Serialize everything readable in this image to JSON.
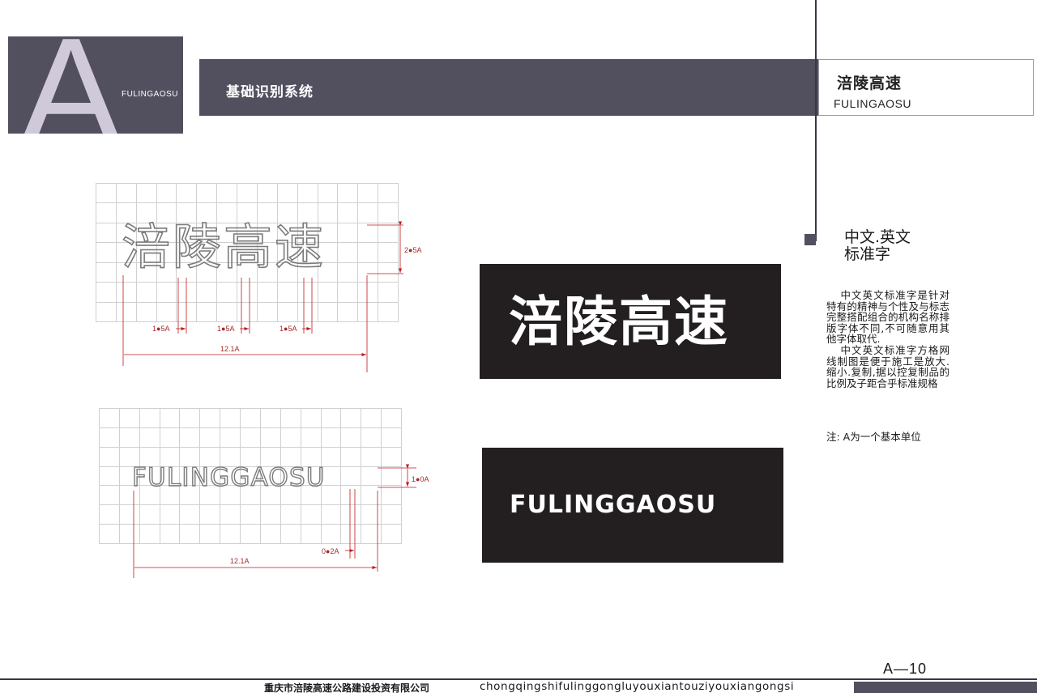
{
  "logo": {
    "letter": "A",
    "subtitle": "FULINGAOSU"
  },
  "header": {
    "title": "基础识别系统"
  },
  "brand": {
    "name_cn": "涪陵高速",
    "name_en": "FULINGAOSU"
  },
  "section": {
    "title_line1": "中文.英文",
    "title_line2": "标准字",
    "paragraph1": "中文英文标准字是针对特有的精神与个性及与标志完整搭配组合的机构名称排版字体不同,不可随意用其他字体取代.",
    "paragraph2": "中文英文标准字方格网线制图是便于施工是放大.缩小.复制,据以控复制品的比例及子距合乎标准规格",
    "note": "注: A为一个基本单位"
  },
  "standard_text": {
    "cn": "涪陵高速",
    "en": "FULINGGAOSU"
  },
  "dimensions": {
    "cn_height": "2●5A",
    "cn_gap_1": "1●5A",
    "cn_gap_2": "1●5A",
    "cn_gap_3": "1●5A",
    "cn_width": "12.1A",
    "en_height": "1●0A",
    "en_gap": "0●2A",
    "en_width": "12.1A"
  },
  "colors": {
    "brand": "#524f5f",
    "logo_letter": "#cfc9da",
    "panel": "#231f20",
    "dimension": "#a62a2a"
  },
  "footer": {
    "page": "A—10",
    "company_cn": "重庆市涪陵高速公路建设投资有限公司",
    "company_en": "chongqingshifulinggongluyouxiantouziyouxiangongsi"
  }
}
